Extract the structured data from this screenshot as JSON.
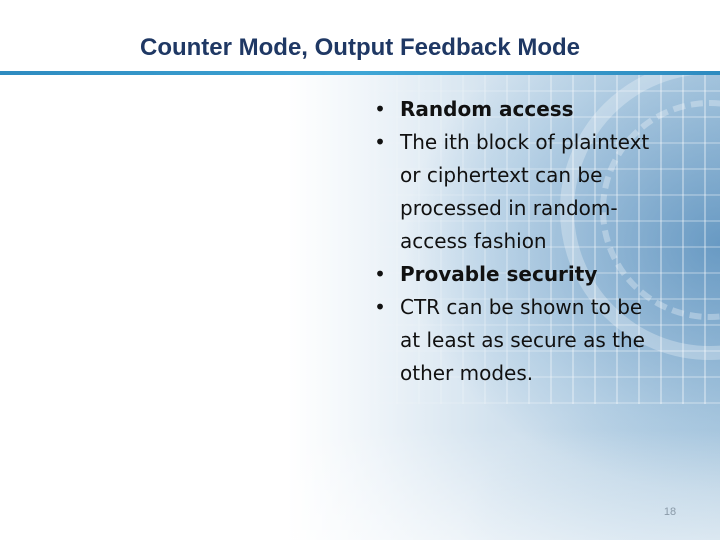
{
  "slide": {
    "title": "Counter Mode, Output Feedback Mode",
    "bullets": [
      {
        "text": "Random access",
        "bold": true
      },
      {
        "text": "The ith block of plaintext or ciphertext can be processed in random-access fashion",
        "bold": false
      },
      {
        "text": "Provable security",
        "bold": true
      },
      {
        "text": "CTR can be shown to be at least as secure as the other modes.",
        "bold": false
      }
    ],
    "bullet_glyph": "•",
    "page_number": "18"
  },
  "colors": {
    "title": "#1f3864",
    "accent_rule": "#3fa6d6",
    "text": "#111111",
    "background_tint": "#b6cfe2"
  }
}
